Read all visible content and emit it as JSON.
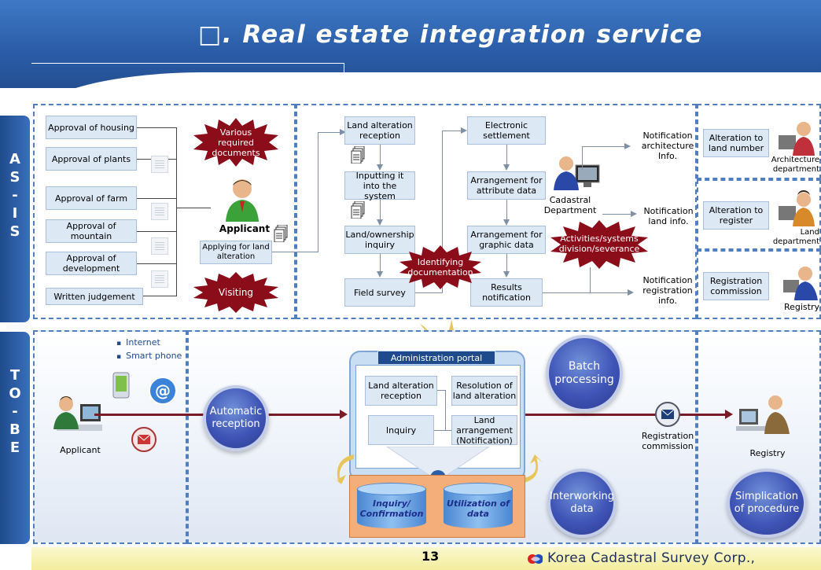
{
  "title": "□. Real estate integration service",
  "side_tabs": {
    "asis": "AS-IS",
    "tobe": "TO-BE"
  },
  "asis": {
    "approvals": [
      "Approval of housing",
      "Approval of plants",
      "Approval of farm",
      "Approval of mountain",
      "Approval of development"
    ],
    "written_judgement": "Written judgement",
    "various_documents": "Various required documents",
    "visiting": "Visiting",
    "applicant": "Applicant",
    "applying": "Applying for land alteration",
    "process": {
      "land_alteration_reception": "Land alteration reception",
      "inputting": "Inputting it into the system",
      "land_ownership_inquiry": "Land/ownership inquiry",
      "field_survey": "Field survey",
      "electronic_settlement": "Electronic settlement",
      "arrangement_attribute": "Arrangement for attribute data",
      "arrangement_graphic": "Arrangement for graphic data",
      "results_notification": "Results notification",
      "identifying": "Identifying documentation",
      "activities": "Activities/systems division/severance",
      "cadastral_department": "Cadastral Department"
    },
    "notifications": [
      "Notification architecture Info.",
      "Notification land info.",
      "Notification registration info."
    ],
    "targets": [
      {
        "box": "Alteration to land number",
        "label": "Architecture department"
      },
      {
        "box": "Alteration to register",
        "label": "Land department"
      },
      {
        "box": "Registration commission",
        "label": "Registry"
      }
    ]
  },
  "tobe": {
    "bullets": [
      "Internet",
      "Smart phone"
    ],
    "applicant": "Applicant",
    "automatic_reception": "Automatic reception",
    "portal_title": "Administration portal",
    "portal_boxes": {
      "reception": "Land alteration reception",
      "resolution": "Resolution of land alteration",
      "inquiry": "Inquiry",
      "arrangement": "Land arrangement (Notification)"
    },
    "db_inquiry": "Inquiry/ Confirmation",
    "db_utilization": "Utilization of data",
    "batch_processing": "Batch processing",
    "interworking": "Interworking data",
    "registration_commission": "Registration commission",
    "registry": "Registry",
    "simplification": "Simplication of procedure"
  },
  "footer": {
    "page": "13",
    "company": "Korea Cadastral Survey Corp.,"
  },
  "colors": {
    "header": "#2b5ea9",
    "burst": "#8b0d1a",
    "circle": "#3f54b6",
    "arrow": "#7a1c28",
    "tray": "#f4ae7a"
  }
}
